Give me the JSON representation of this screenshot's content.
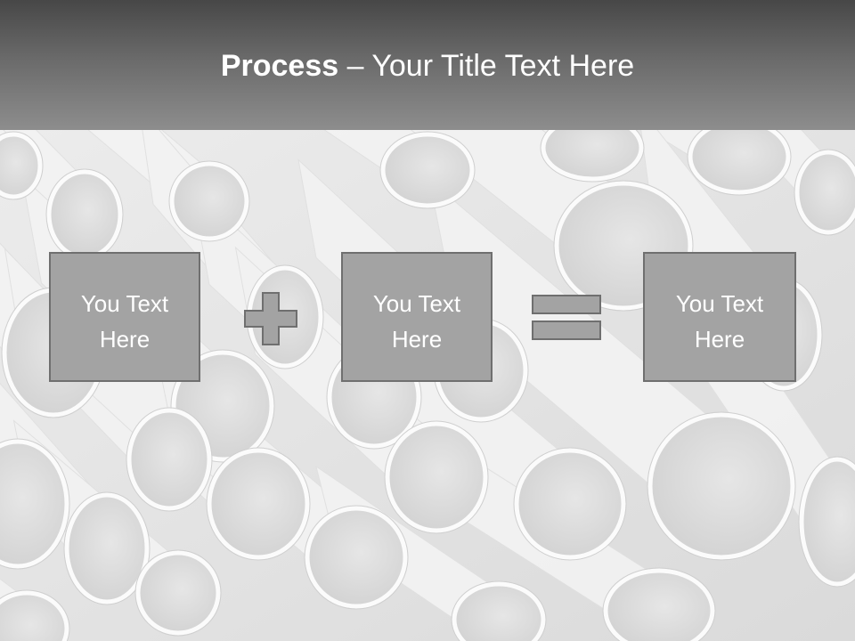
{
  "slide": {
    "title_bold": "Process",
    "title_dash": " – ",
    "title_rest": "Your Title Text Here"
  },
  "process": {
    "boxes": [
      {
        "line1": "You Text",
        "line2": "Here"
      },
      {
        "line1": "You Text",
        "line2": "Here"
      },
      {
        "line1": "You Text",
        "line2": "Here"
      }
    ],
    "operators": [
      "plus",
      "equals"
    ]
  },
  "background": {
    "subject": "white PVC pipes"
  },
  "colors": {
    "title_bar_top": "#474747",
    "title_bar_bottom": "#8d8d8d",
    "box_fill": "#a3a3a3",
    "box_border": "#6f6f6f",
    "text": "#ffffff"
  }
}
